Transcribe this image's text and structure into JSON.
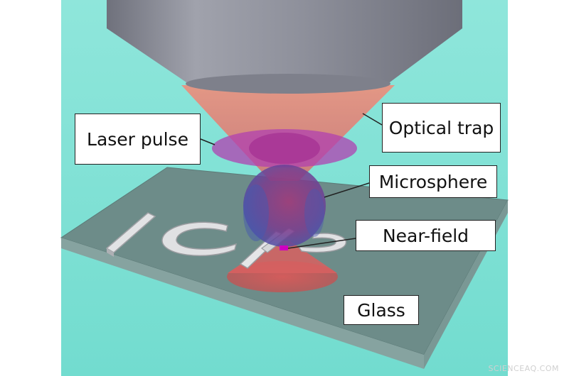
{
  "labels": {
    "optical_trap": "Optical trap",
    "laser_pulse": "Laser pulse",
    "microsphere": "Microsphere",
    "near_field": "Near-field",
    "glass": "Glass"
  },
  "watermark": "SCIENCEAQ.COM",
  "colors": {
    "background": "#7de0d6",
    "objective": "#8a8c97",
    "glass_top": "#6f8f8c",
    "glass_side": "#8aa8a5",
    "trap_beam": "#e88a78",
    "laser_pulse": "#b44cb4",
    "microsphere": "#6a4aa0",
    "structure": "#d9dadc",
    "near_field": "#d000c0"
  }
}
